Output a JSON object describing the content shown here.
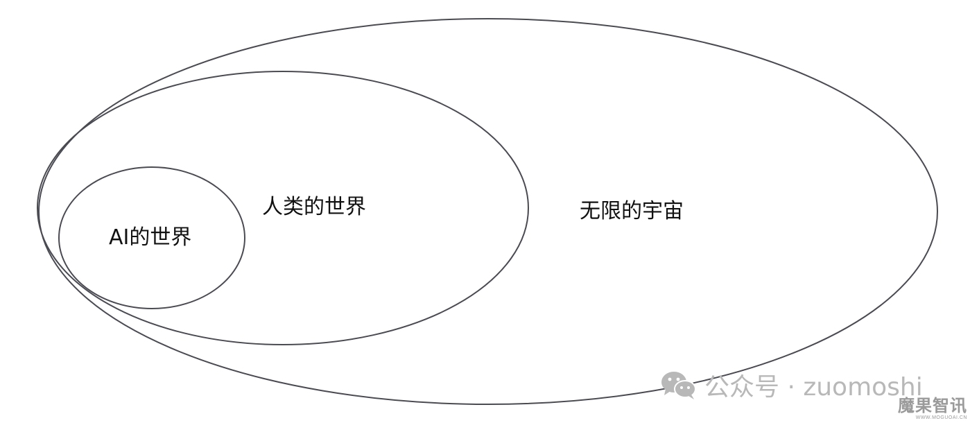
{
  "diagram": {
    "sets": {
      "universe": {
        "label": "无限的宇宙"
      },
      "human": {
        "label": "人类的世界"
      },
      "ai": {
        "label": "AI的世界"
      }
    },
    "outline_color": "#4a4a52"
  },
  "watermark": {
    "text": "公众号 · zuomoshi",
    "icon": "wechat-icon",
    "color": "#b8b8b8"
  },
  "corner_logo": {
    "name": "魔果智讯",
    "url": "WWW.MOGUOAI.CN"
  }
}
